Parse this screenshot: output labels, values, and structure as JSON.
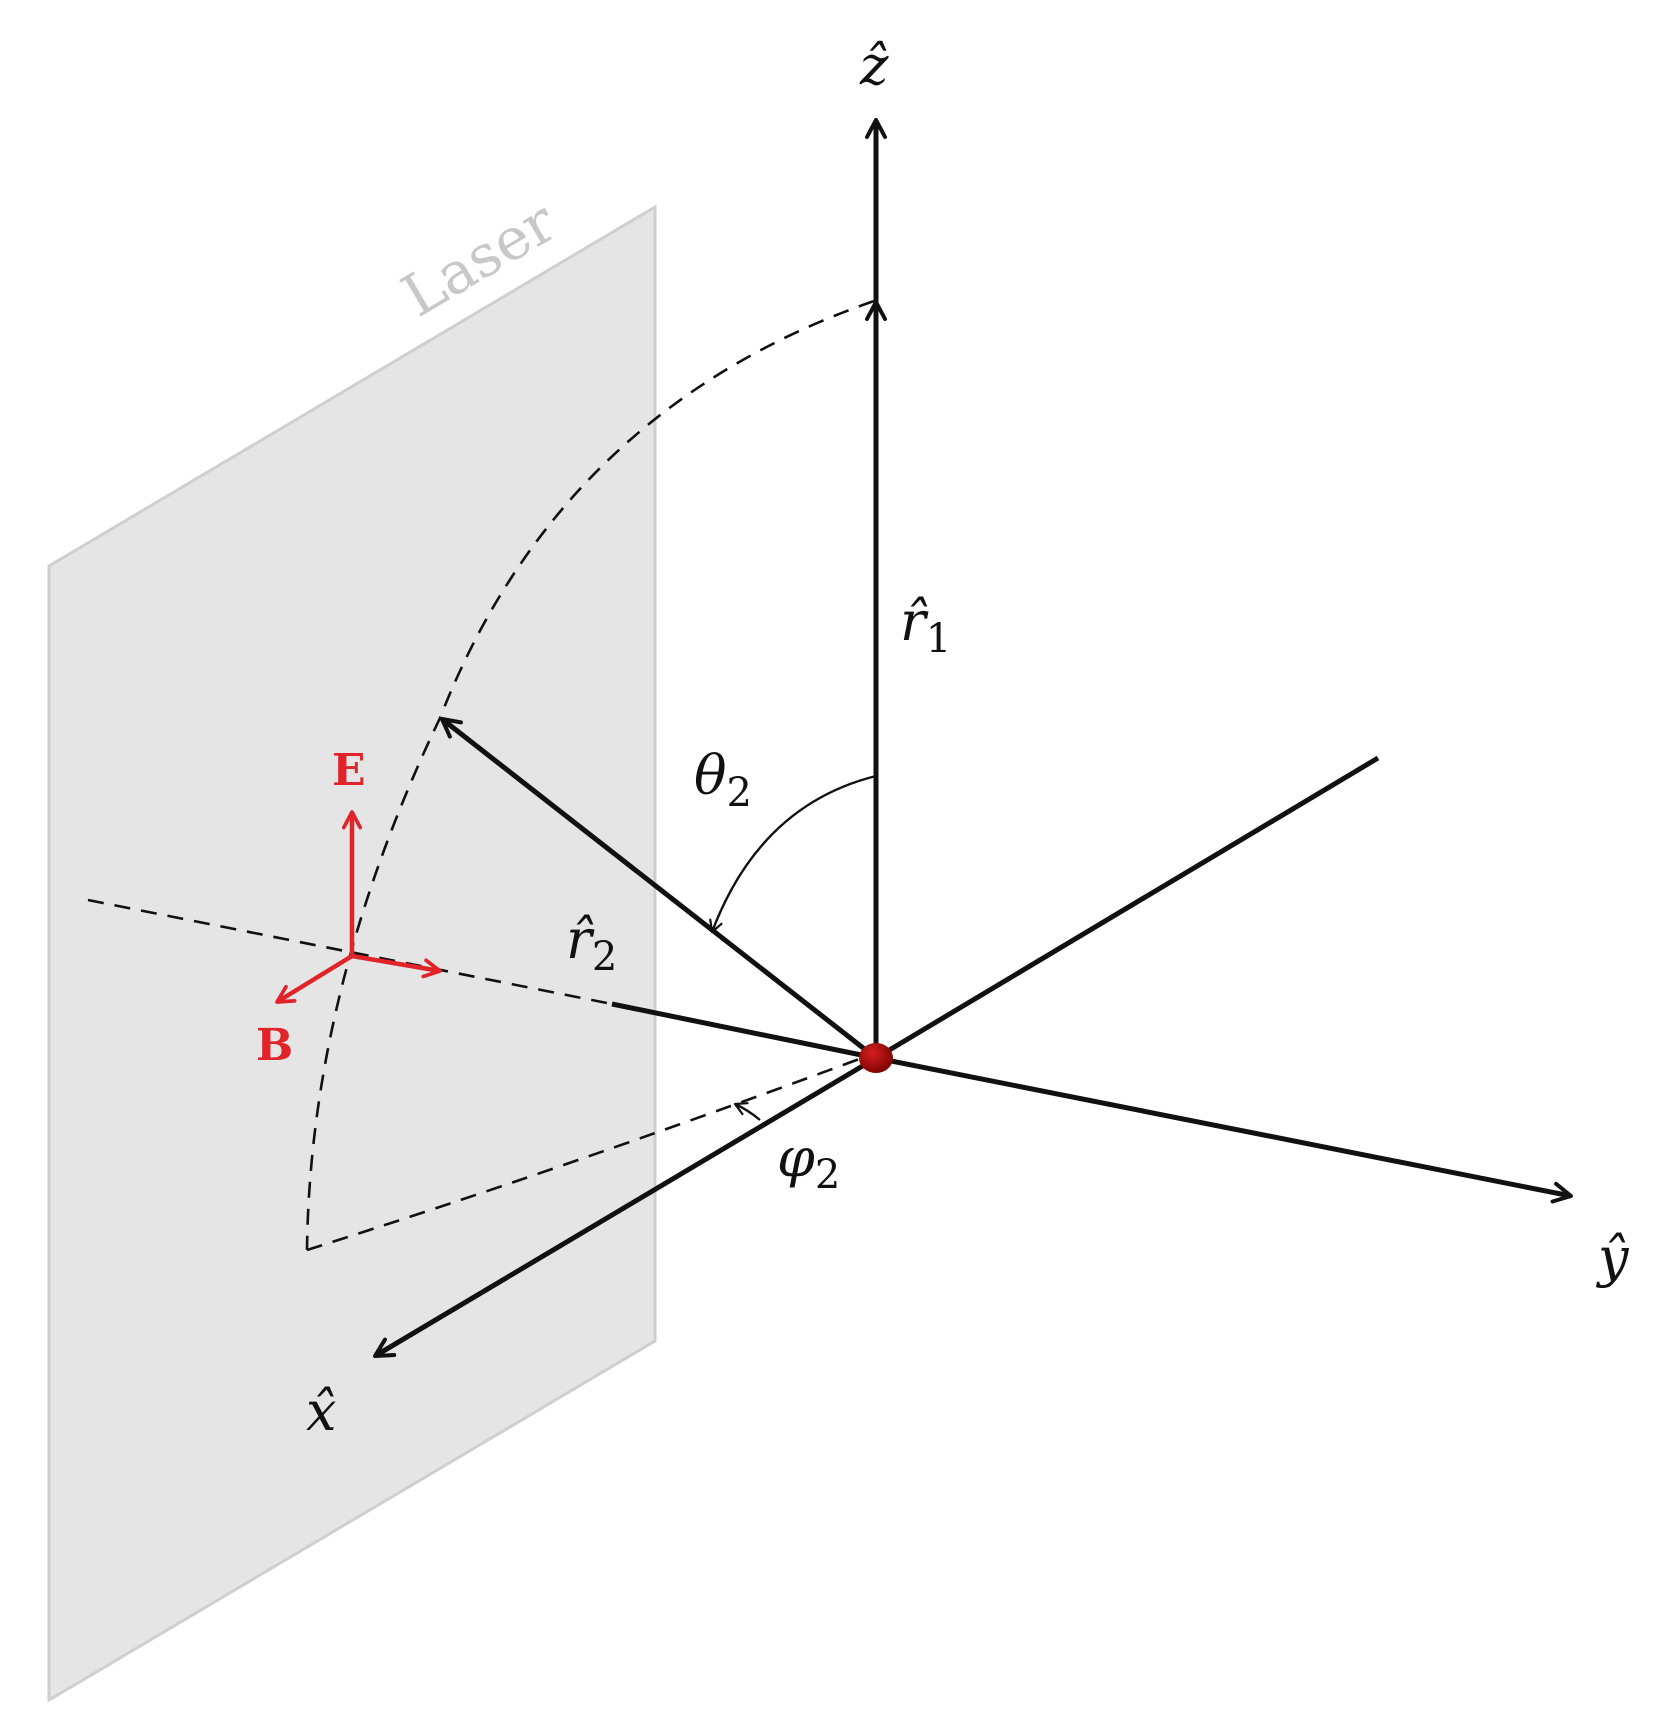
{
  "labels": {
    "z_axis": "ẑ",
    "y_axis": "ŷ",
    "x_axis": "x̂",
    "r1": "r̂",
    "r1_sub": "1",
    "r2": "r̂",
    "r2_sub": "2",
    "theta": "θ",
    "theta_sub": "2",
    "phi": "φ",
    "phi_sub": "2",
    "laser": "Laser",
    "e_field": "E",
    "b_field": "B"
  },
  "colors": {
    "axis": "#111111",
    "field": "#e0242a",
    "plane_fill": "#e5e5e5",
    "plane_edge": "#cfcfcf",
    "laser_text": "#c8c8c8",
    "origin": "#a00000"
  }
}
